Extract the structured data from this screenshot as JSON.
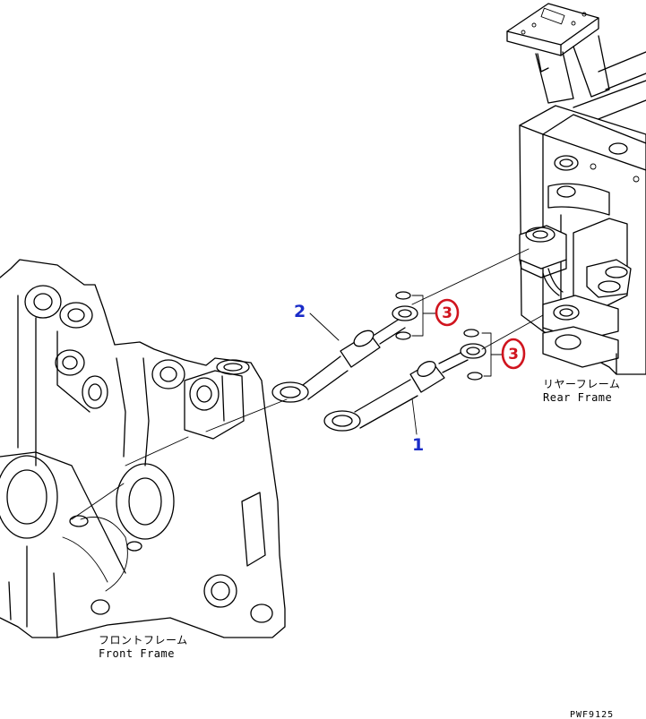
{
  "callouts": {
    "part1": "1",
    "part2": "2",
    "part3a": "3",
    "part3b": "3"
  },
  "labels": {
    "rear_frame_jp": "リヤーフレーム",
    "rear_frame_en": "Rear Frame",
    "front_frame_jp": "フロントフレーム",
    "front_frame_en": "Front Frame"
  },
  "drawing_code": "PWF9125",
  "colors": {
    "callout_blue": "#1a2cc8",
    "callout_red": "#d0141e",
    "line": "#000000"
  }
}
